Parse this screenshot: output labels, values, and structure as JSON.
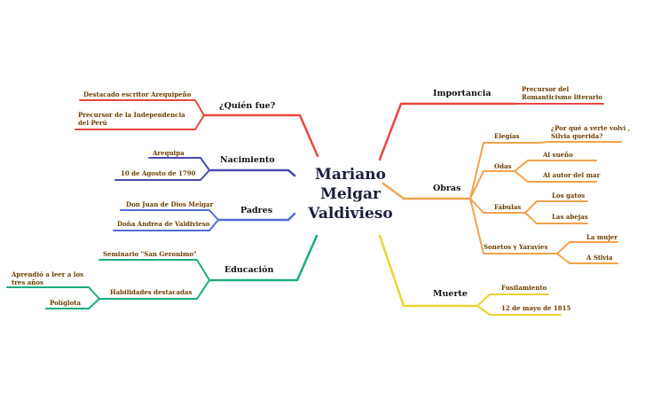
{
  "center": {
    "line1": "Mariano",
    "line2": "Melgar",
    "line3": "Valdivieso"
  },
  "colors": {
    "quien": "#e8473f",
    "nacimiento": "#4a4aae",
    "padres": "#4f6ddc",
    "educacion": "#1aab7e",
    "importancia": "#e8473f",
    "obras": "#f2a24b",
    "muerte": "#f0d030",
    "subtext": "#6b3d00",
    "branchtext": "#111111",
    "title": "#1b1f3b"
  },
  "branches": {
    "quien": {
      "label": "¿Quién fue?",
      "children": [
        {
          "text": "Destacado escritor Arequipeño"
        },
        {
          "text": "Precursor de la Independencia\ndel Perú"
        }
      ]
    },
    "nacimiento": {
      "label": "Nacimiento",
      "children": [
        {
          "text": "Arequipa"
        },
        {
          "text": "10 de Agosto de 1790"
        }
      ]
    },
    "padres": {
      "label": "Padres",
      "children": [
        {
          "text": "Don Juan de Dios Melgar"
        },
        {
          "text": "Doña Andrea de Valdivieso"
        }
      ]
    },
    "educacion": {
      "label": "Educación",
      "children": [
        {
          "text": "Seminario \"San Geronimo\""
        },
        {
          "text": "Habilidades destacadas",
          "children": [
            {
              "text": "Aprendió a leer a los\ntres años"
            },
            {
              "text": "Políglota"
            }
          ]
        }
      ]
    },
    "importancia": {
      "label": "Importancia",
      "children": [
        {
          "text": "Precursor del\nRomanticismo literario"
        }
      ]
    },
    "obras": {
      "label": "Obras",
      "children": [
        {
          "text": "Elegías",
          "children": [
            {
              "text": "¿Por qué a verte volví ,\nSilvia querida?"
            }
          ]
        },
        {
          "text": "Odas",
          "children": [
            {
              "text": "Al sueño"
            },
            {
              "text": "Al autor del mar"
            }
          ]
        },
        {
          "text": "Fábulas",
          "children": [
            {
              "text": "Los gatos"
            },
            {
              "text": "Las abejas"
            }
          ]
        },
        {
          "text": "Sonetos y Yaravíes",
          "children": [
            {
              "text": "La mujer"
            },
            {
              "text": "A Silvia"
            }
          ]
        }
      ]
    },
    "muerte": {
      "label": "Muerte",
      "children": [
        {
          "text": "Fusilamiento"
        },
        {
          "text": "12 de mayo de 1815"
        }
      ]
    }
  }
}
